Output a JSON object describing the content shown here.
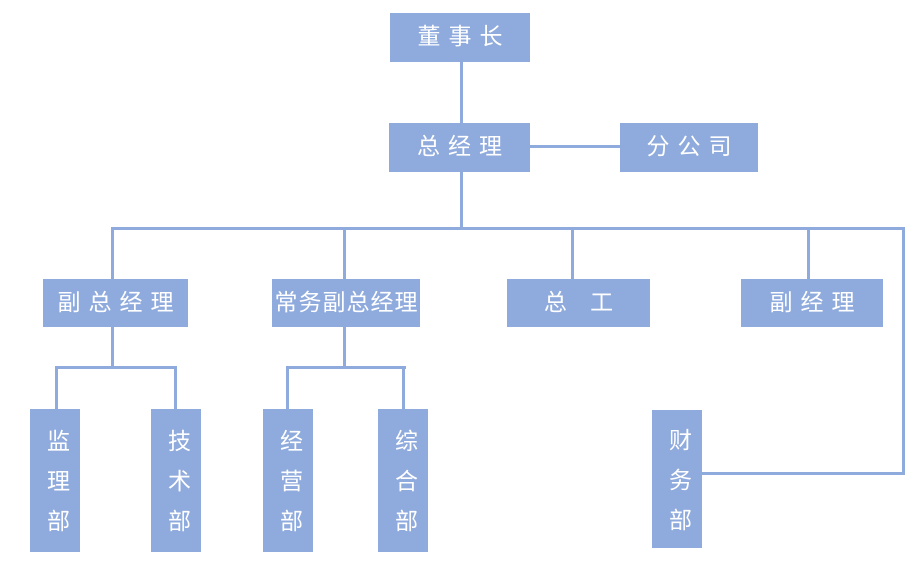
{
  "diagram": {
    "type": "org-chart",
    "title": "",
    "colors": {
      "box_fill": "#8faadc",
      "connector": "#8faadc",
      "text": "#ffffff",
      "background": "#ffffff"
    },
    "nodes": {
      "chairman": {
        "label": "董事长",
        "level": 1
      },
      "general_manager": {
        "label": "总经理",
        "level": 2
      },
      "branch_company": {
        "label": "分公司",
        "level": 2
      },
      "deputy_gm": {
        "label": "副总经理",
        "level": 3
      },
      "executive_deputy_gm": {
        "label": "常务副总经理",
        "level": 3
      },
      "chief_engineer": {
        "label": "总 工",
        "level": 3
      },
      "deputy_manager": {
        "label": "副经理",
        "level": 3
      },
      "supervision_dept": {
        "label": "监理部",
        "level": 4
      },
      "technology_dept": {
        "label": "技术部",
        "level": 4
      },
      "operations_dept": {
        "label": "经营部",
        "level": 4
      },
      "general_affairs_dept": {
        "label": "综合部",
        "level": 4
      },
      "finance_dept": {
        "label": "财务部",
        "level": 4
      }
    },
    "edges": [
      [
        "chairman",
        "general_manager"
      ],
      [
        "general_manager",
        "branch_company"
      ],
      [
        "general_manager",
        "deputy_gm"
      ],
      [
        "general_manager",
        "executive_deputy_gm"
      ],
      [
        "general_manager",
        "chief_engineer"
      ],
      [
        "general_manager",
        "deputy_manager"
      ],
      [
        "general_manager",
        "finance_dept"
      ],
      [
        "deputy_gm",
        "supervision_dept"
      ],
      [
        "deputy_gm",
        "technology_dept"
      ],
      [
        "executive_deputy_gm",
        "operations_dept"
      ],
      [
        "executive_deputy_gm",
        "general_affairs_dept"
      ]
    ]
  }
}
